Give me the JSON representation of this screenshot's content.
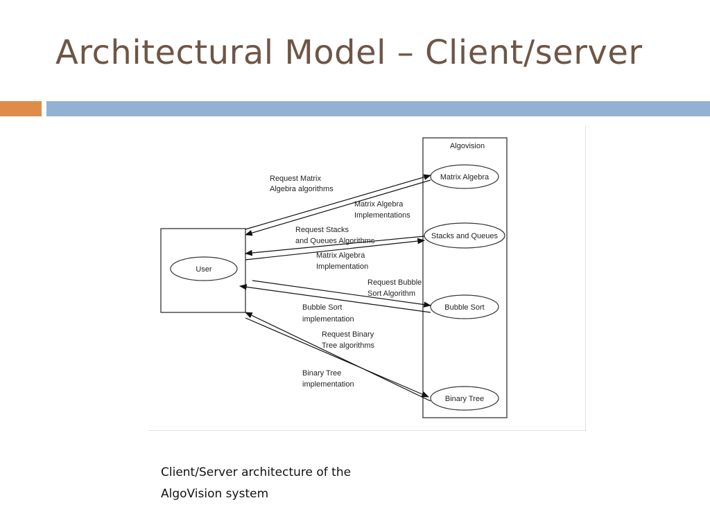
{
  "slide": {
    "title": "Architectural Model – Client/server",
    "colors": {
      "title": "#6e5646",
      "accent_orange": "#df8c4a",
      "accent_blue": "#93b2d3"
    }
  },
  "diagram": {
    "user_node": "User",
    "server_label": "Algovision",
    "components": {
      "matrix": "Matrix Algebra",
      "stacks": "Stacks and Queues",
      "bubble": "Bubble Sort",
      "tree": "Binary Tree"
    },
    "arrow_labels": {
      "req_matrix": [
        "Request Matrix",
        "Algebra algorithms"
      ],
      "resp_matrix": [
        "Matrix Algebra",
        "Implementations"
      ],
      "req_stacks": [
        "Request Stacks",
        "and Queues Algorithms"
      ],
      "resp_stacks": [
        "Matrix Algebra",
        "Implementation"
      ],
      "req_bubble": [
        "Request Bubble",
        "Sort Algorithm"
      ],
      "resp_bubble": [
        "Bubble Sort",
        "implementation"
      ],
      "req_tree": [
        "Request Binary",
        "Tree algorithms"
      ],
      "resp_tree": [
        "Binary Tree",
        "implementation"
      ]
    }
  },
  "caption": [
    "Client/Server architecture of the",
    "AlgoVision system"
  ]
}
